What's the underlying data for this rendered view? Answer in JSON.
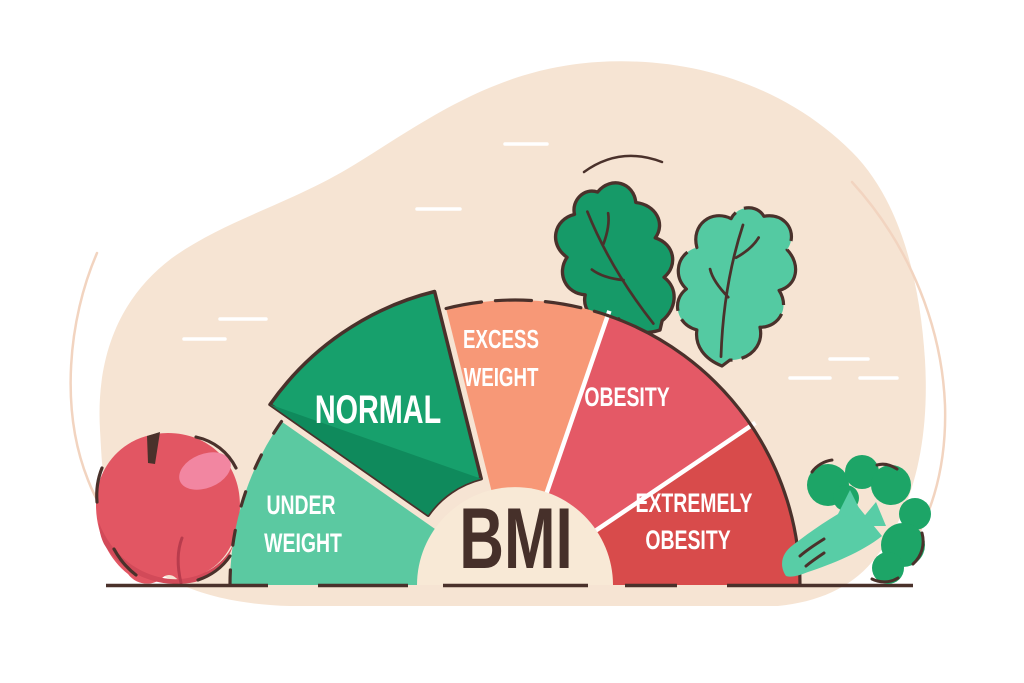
{
  "gauge": {
    "center_label": "BMI",
    "segments": [
      {
        "label": "UNDER WEIGHT",
        "lines": [
          "UNDER",
          "WEIGHT"
        ],
        "color": "#5bc9a1"
      },
      {
        "label": "NORMAL",
        "lines": [
          "NORMAL"
        ],
        "color": "#17a06c",
        "shade_color": "#0f8a5c",
        "exploded": true
      },
      {
        "label": "EXCESS WEIGHT",
        "lines": [
          "EXCESS",
          "WEIGHT"
        ],
        "color": "#f79877"
      },
      {
        "label": "OBESITY",
        "lines": [
          "OBESITY"
        ],
        "color": "#e45966"
      },
      {
        "label": "EXTREMELY OBESITY",
        "lines": [
          "EXTREMELY",
          "OBESITY"
        ],
        "color": "#d84b4b"
      }
    ]
  },
  "decor": {
    "apple": {
      "body": "#e25663",
      "shade": "#d24a59",
      "highlight": "#f286a1"
    },
    "broccoli": {
      "floret": "#1da567",
      "stem": "#58cda6"
    },
    "leaves": {
      "left": "#169a68",
      "right": "#54caa2"
    }
  },
  "colors": {
    "background": "#ffffff",
    "blob": "#f6e4d3",
    "blob_outline": "#f2d4c0",
    "outline": "#4a312b",
    "separator": "#ffffff",
    "wind_dash": "#ffffff",
    "label_text": "#ffffff",
    "center_text": "#46302a",
    "center_circle": "#f8e9d6"
  }
}
